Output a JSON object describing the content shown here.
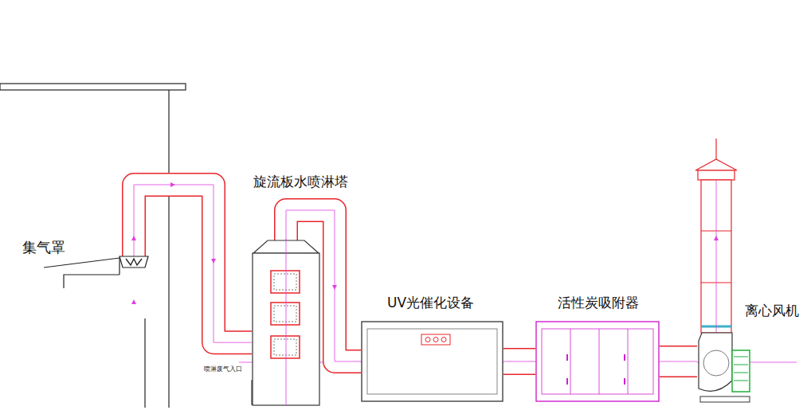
{
  "diagram": {
    "nodes": [
      {
        "text": [
          "集气罩"
        ]
      },
      {
        "text": [
          "旋流板水喷淋塔"
        ]
      },
      {
        "text": [
          "UV光催化设备"
        ]
      },
      {
        "text": [
          "活性炭吸附器"
        ]
      },
      {
        "text": [
          "离心风机"
        ]
      }
    ],
    "edges": [
      {
        "from": 0,
        "to": 1,
        "arrow": "none"
      },
      {
        "from": 1,
        "to": 2,
        "arrow": "none"
      },
      {
        "from": 2,
        "to": 3,
        "arrow": "none"
      },
      {
        "from": 3,
        "to": 4,
        "arrow": "none"
      }
    ],
    "labels": [
      "喷淋废气入口"
    ]
  }
}
